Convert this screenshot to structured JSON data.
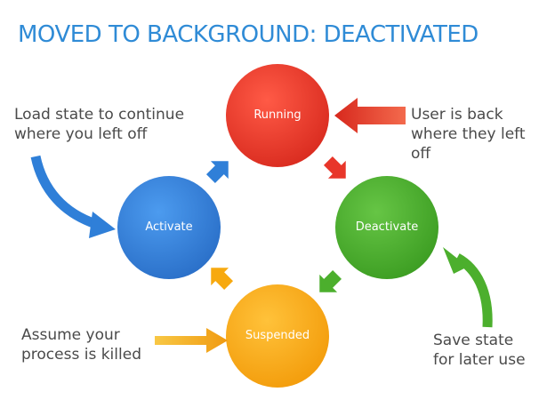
{
  "title": "MOVED TO BACKGROUND: DEACTIVATED",
  "nodes": {
    "running": {
      "label": "Running",
      "color": "#e8362a"
    },
    "deactivate": {
      "label": "Deactivate",
      "color": "#4caf2d"
    },
    "suspended": {
      "label": "Suspended",
      "color": "#f7a90f"
    },
    "activate": {
      "label": "Activate",
      "color": "#2f7fd8"
    }
  },
  "notes": {
    "load_state": [
      "Load state to continue",
      "where you left off"
    ],
    "user_back": [
      "User is back",
      "where they left",
      "off"
    ],
    "save_state": [
      "Save state",
      "for later use"
    ],
    "assume_killed": [
      "Assume your",
      "process is killed"
    ]
  }
}
